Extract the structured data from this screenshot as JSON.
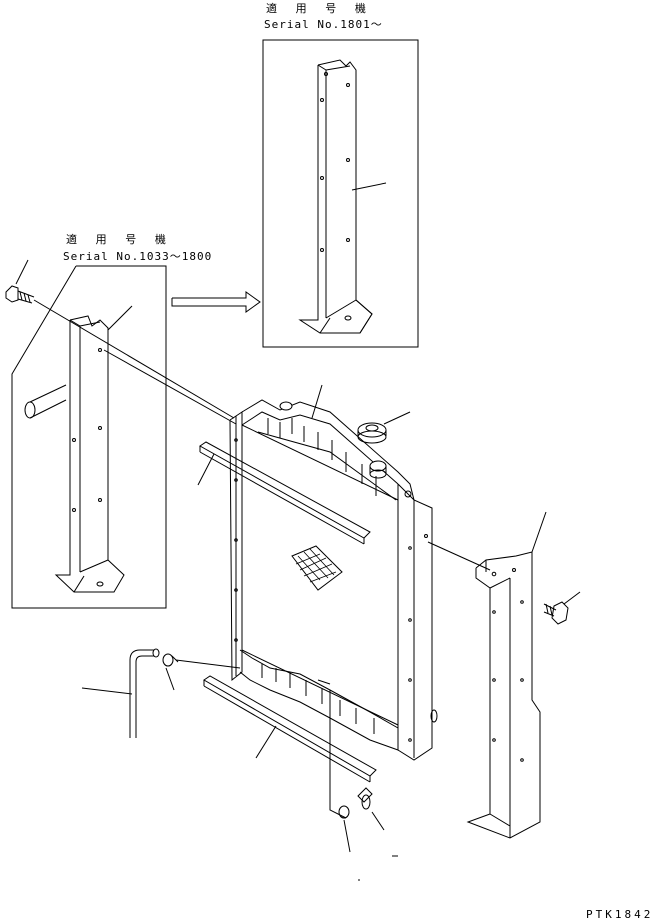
{
  "labels": {
    "applicable_new_jp": "適 用 号 機",
    "serial_new": "Serial No.1801～",
    "applicable_old_jp": "適 用 号 機",
    "serial_old": "Serial No.1033～1800",
    "drawing_code": "PTK1842"
  }
}
